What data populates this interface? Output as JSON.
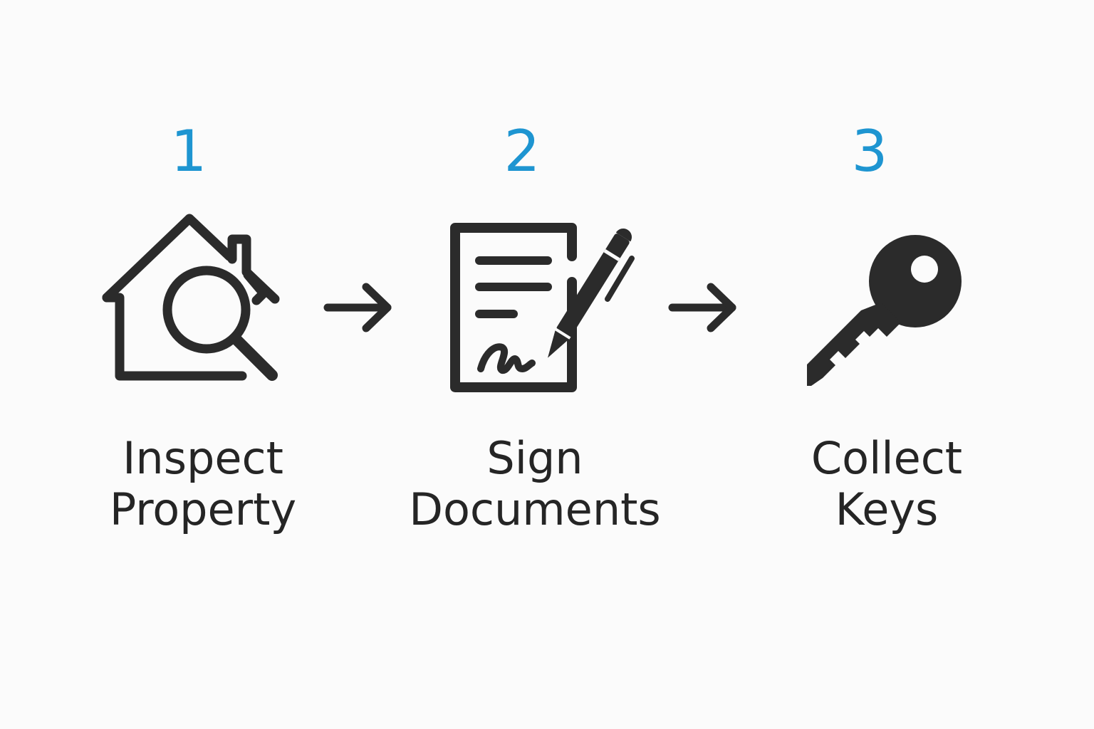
{
  "steps": [
    {
      "number": "1",
      "line1": "Inspect",
      "line2": "Property",
      "icon": "house-search-icon"
    },
    {
      "number": "2",
      "line1": "Sign",
      "line2": "Documents",
      "icon": "document-sign-icon"
    },
    {
      "number": "3",
      "line1": "Collect",
      "line2": "Keys",
      "icon": "key-icon"
    }
  ],
  "colors": {
    "accent": "#1e95d1",
    "icon": "#2b2b2b",
    "text": "#252525",
    "background": "#fbfbfb"
  }
}
